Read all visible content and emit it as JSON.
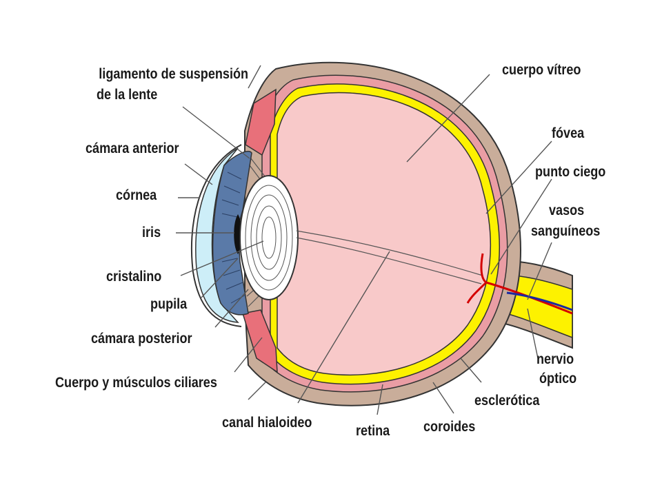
{
  "colors": {
    "sclera": "#c9ad9a",
    "choroid": "#ea9da4",
    "retina": "#fdf200",
    "vitreous": "#f8c9c9",
    "iris": "#5a7aa8",
    "cornea": "#cdeef8",
    "ciliary": "#e8707a",
    "lens": "#ffffff",
    "vessel": "#d40000",
    "vein": "#1a2aa0"
  },
  "labels": {
    "ligamento": [
      "ligamento de suspensión",
      "de la lente"
    ],
    "camara_anterior": "cámara anterior",
    "cornea": "córnea",
    "iris": "iris",
    "cristalino": "cristalino",
    "pupila": "pupila",
    "camara_posterior": "cámara posterior",
    "ciliares": "Cuerpo y músculos ciliares",
    "canal": "canal hialoideo",
    "retina": "retina",
    "coroides": "coroides",
    "esclerotica": "esclerótica",
    "nervio": [
      "nervio",
      "óptico"
    ],
    "vasos": [
      "vasos",
      "sanguíneos"
    ],
    "punto_ciego": "punto ciego",
    "fovea": "fóvea",
    "vitreo": "cuerpo vítreo"
  }
}
